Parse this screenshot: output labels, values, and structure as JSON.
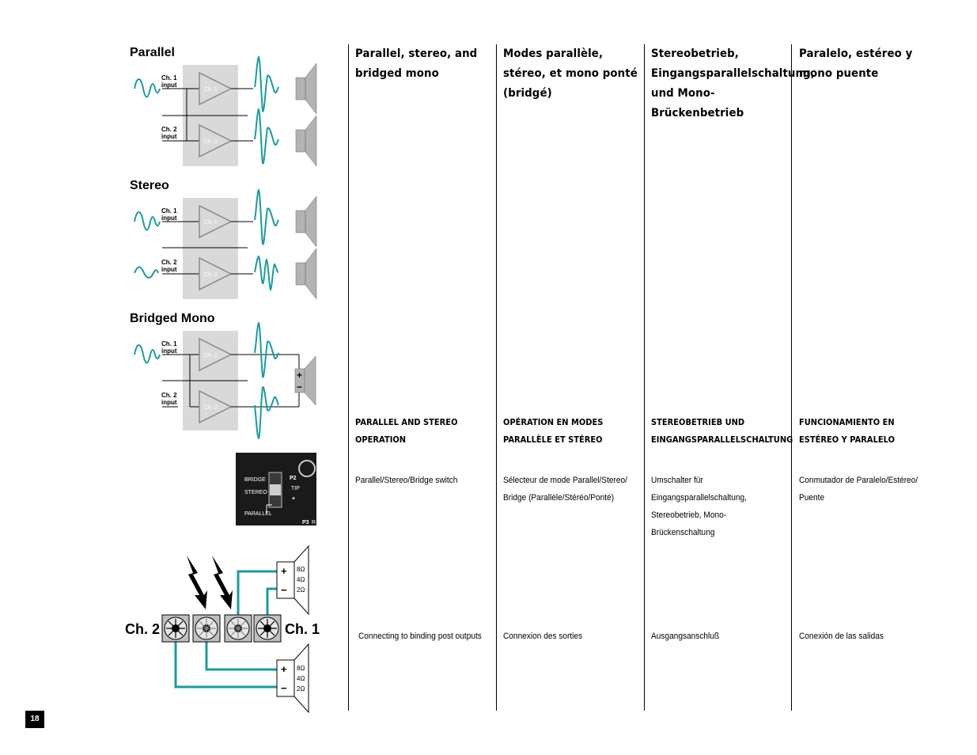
{
  "page_number": "18",
  "diagrams": {
    "parallel": {
      "title": "Parallel",
      "ch1_input": "Ch. 1 input",
      "ch2_input": "Ch. 2 input",
      "amp1": "Ch. 1",
      "amp2": "Ch. 2"
    },
    "stereo": {
      "title": "Stereo",
      "ch1_input": "Ch. 1 input",
      "ch2_input": "Ch. 2 input",
      "amp1": "Ch. 1",
      "amp2": "Ch. 2"
    },
    "bridged": {
      "title": "Bridged Mono",
      "ch1_input": "Ch. 1 input",
      "ch2_input": "Ch. 2 input",
      "amp1": "Ch. 1",
      "amp2": "Ch. 2",
      "plus": "+",
      "minus": "−"
    }
  },
  "switch_panel": {
    "bridge": "BRIDGE",
    "stereo": "STEREO",
    "parallel": "PARALLEL",
    "p2": "P2",
    "tip": "TIP",
    "plus": "+",
    "p3": "P3",
    "r": "R"
  },
  "binding_posts": {
    "ch2": "Ch. 2",
    "ch1": "Ch. 1",
    "plus": "+",
    "minus": "−",
    "ohm_8": "8Ω",
    "ohm_4": "4Ω",
    "ohm_2": "2Ω"
  },
  "columns": [
    {
      "title": "Parallel, stereo, and bridged mono",
      "subtitle": "PARALLEL AND STEREO OPERATION",
      "switch_text": "Parallel/Stereo/Bridge switch",
      "connect_text": "Connecting to binding post outputs"
    },
    {
      "title": "Modes parallèle, stéreo, et mono ponté (bridgé)",
      "subtitle": "OPÉRATION EN MODES PARALLÈLE ET STÉREO",
      "switch_text": "Sélecteur de mode Parallel/Stereo/ Bridge (Parallèle/Stéréo/Ponté)",
      "connect_text": "Connexion des sorties"
    },
    {
      "title": "Stereobetrieb, Eingangsparallelschaltung, und Mono-Brückenbetrieb",
      "subtitle": "STEREOBETRIEB UND EINGANGSPARALLELSCHALTUNG",
      "switch_text": "Umschalter für Eingangsparallelschaltung, Stereobetrieb, Mono-Brückenschaltung",
      "connect_text": "Ausgangsanschluß"
    },
    {
      "title": "Paralelo, estéreo y mono puente",
      "subtitle": "FUNCIONAMIENTO EN ESTÉREO Y PARALELO",
      "switch_text": "Conmutador de Paralelo/Estéreo/ Puente",
      "connect_text": "Conexión de las salidas"
    }
  ],
  "colors": {
    "wave": "#1a9c9c",
    "cable": "#1a9c9c",
    "box": "#d9d9d9",
    "amp_stroke": "#8a8a8a",
    "speaker": "#b3b3b3"
  }
}
